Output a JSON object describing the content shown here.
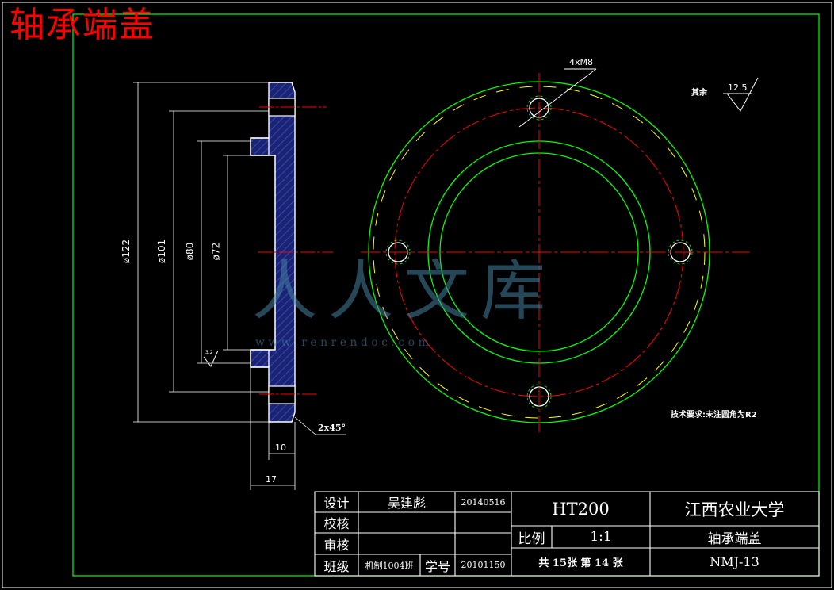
{
  "title": "轴承端盖",
  "watermark": {
    "main": "人人文库",
    "url": "w w w . r e n r e n d o c . c o m"
  },
  "dimensions": {
    "d122": "ø122",
    "d101": "ø101",
    "d80": "ø80",
    "d72": "ø72",
    "w10": "10",
    "w17": "17",
    "chamfer": "2x45°",
    "holes": "4xM8",
    "rough_small": "3.2"
  },
  "notes": {
    "other_label": "其余",
    "roughness": "12.5",
    "tech_req": "技术要求:未注圆角为R2"
  },
  "title_block": {
    "designer_label": "设计",
    "designer": "吴建彪",
    "design_date": "20140516",
    "check_label": "校核",
    "review_label": "审核",
    "class_label": "班级",
    "class_value": "机制1004班",
    "student_no_label": "学号",
    "student_no": "20101150",
    "material": "HT200",
    "school": "江西农业大学",
    "scale_label": "比例",
    "scale": "1:1",
    "part_name": "轴承端盖",
    "sheets": "共 15张 第 14 张",
    "drawing_no": "NMJ-13"
  },
  "colors": {
    "outline": "#ffffff",
    "frame": "#00ff00",
    "centerline": "#ff0000",
    "dashed_circle": "#ffff00",
    "hatch": "#2c3ba8",
    "title": "#ff0000"
  }
}
